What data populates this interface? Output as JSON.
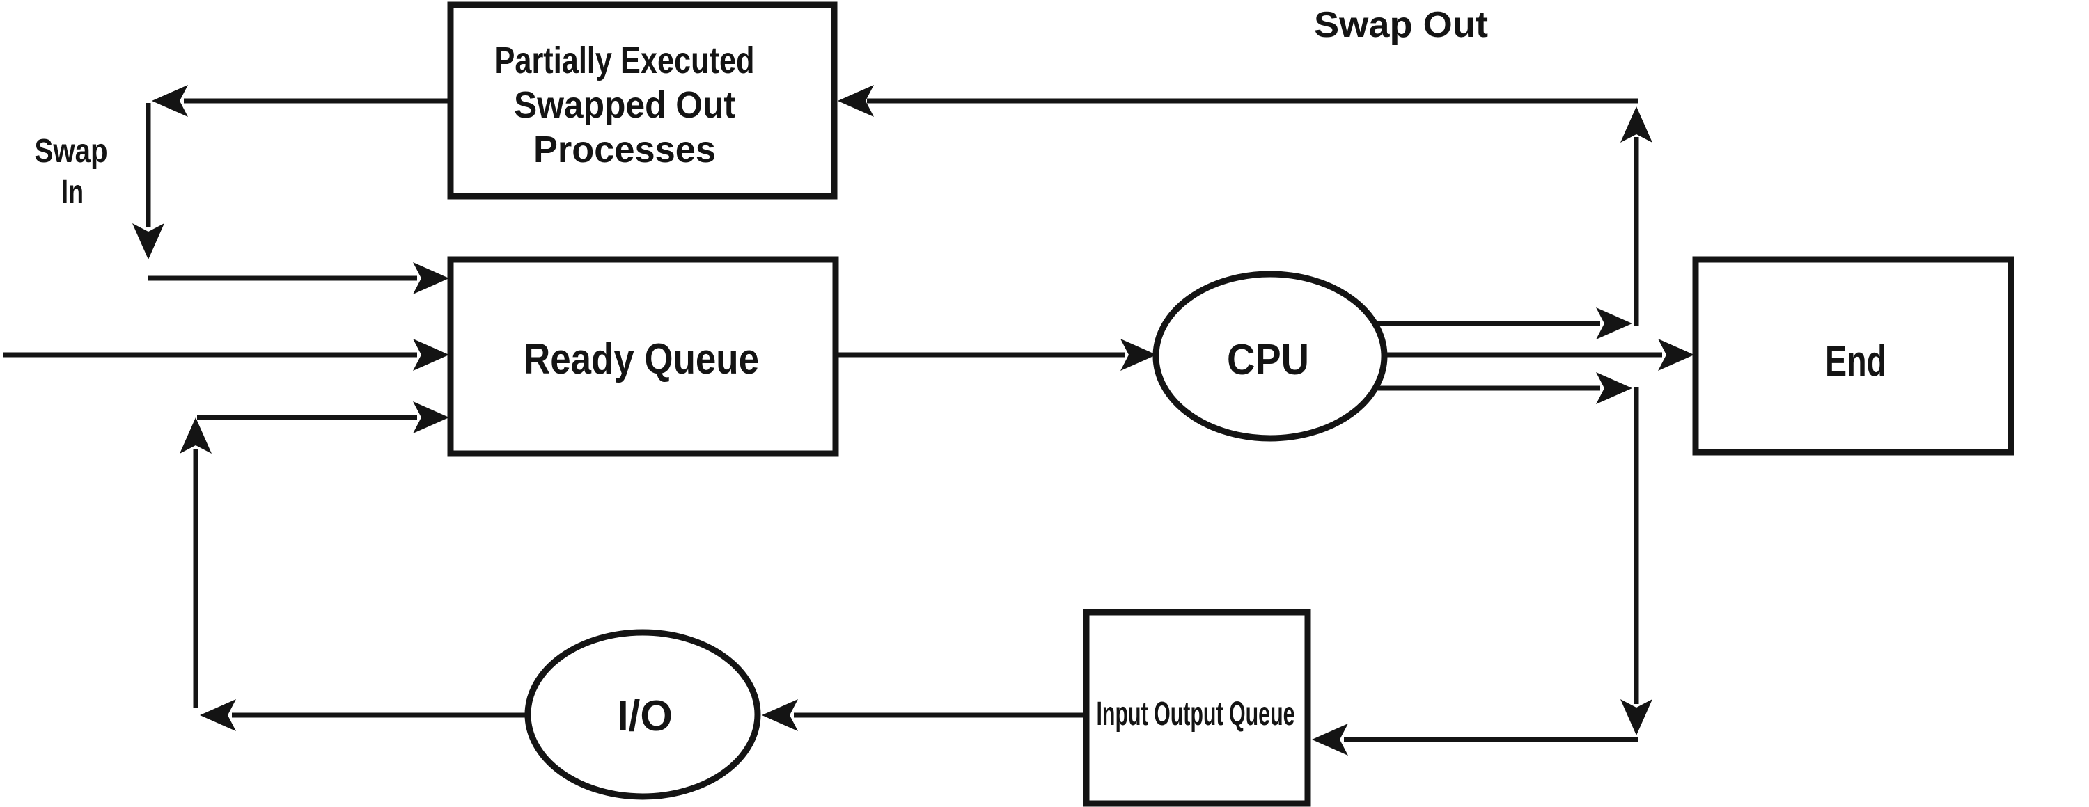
{
  "diagram": {
    "kind": "process-scheduling-swapping-flow",
    "colors": {
      "ink": "#141414",
      "background": "#ffffff"
    },
    "nodes": {
      "partially_executed": {
        "shape": "rect",
        "lines": [
          "Partially Executed",
          "Swapped Out",
          "Processes"
        ]
      },
      "ready_queue": {
        "shape": "rect",
        "label": "Ready Queue"
      },
      "cpu": {
        "shape": "ellipse",
        "label": "CPU"
      },
      "end": {
        "shape": "rect",
        "label": "End"
      },
      "io_queue": {
        "shape": "rect",
        "label": "Input Output Queue"
      },
      "io": {
        "shape": "ellipse",
        "label": "I/O"
      }
    },
    "annotations": {
      "swap_out": "Swap Out",
      "swap_in_line1": "Swap",
      "swap_in_line2": "In"
    },
    "edges": [
      {
        "from": "partially_executed",
        "to": "ready_queue",
        "label": "Swap In"
      },
      {
        "from": "external-left",
        "to": "ready_queue",
        "label": ""
      },
      {
        "from": "io",
        "to": "ready_queue",
        "label": ""
      },
      {
        "from": "ready_queue",
        "to": "cpu",
        "label": ""
      },
      {
        "from": "cpu",
        "to": "end",
        "label": ""
      },
      {
        "from": "cpu",
        "to": "partially_executed",
        "label": "Swap Out"
      },
      {
        "from": "cpu",
        "to": "io_queue",
        "label": ""
      },
      {
        "from": "io_queue",
        "to": "io",
        "label": ""
      }
    ]
  }
}
